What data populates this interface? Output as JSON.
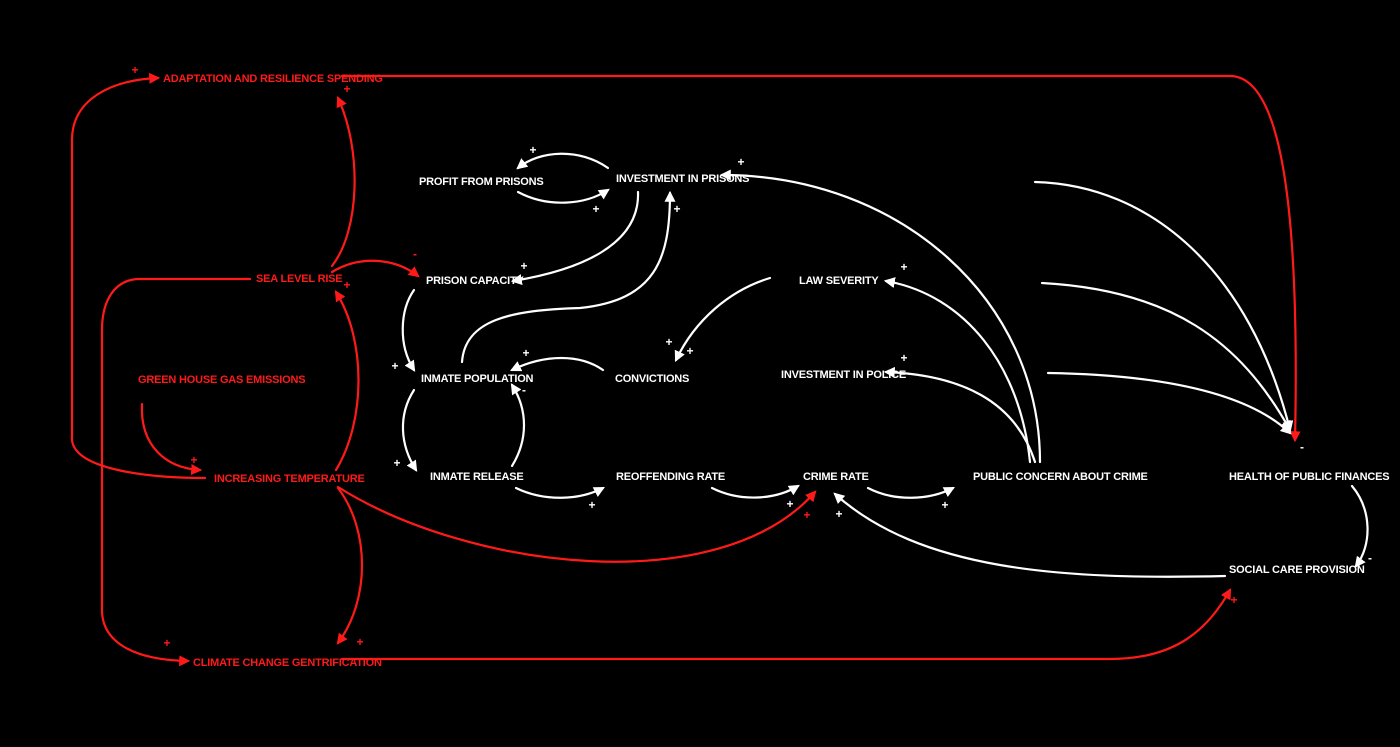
{
  "colors": {
    "background": "#000000",
    "human_system": "#ffffff",
    "climate_system": "#ff1a1a"
  },
  "nodes": {
    "adaptation_spending": "ADAPTATION AND RESILIENCE SPENDING",
    "sea_level_rise": "SEA LEVEL RISE",
    "greenhouse_gas": "GREEN HOUSE GAS EMISSIONS",
    "increasing_temperature": "INCREASING TEMPERATURE",
    "climate_gentrification": "CLIMATE CHANGE GENTRIFICATION",
    "profit_from_prisons": "PROFIT FROM PRISONS",
    "investment_in_prisons": "INVESTMENT IN PRISONS",
    "prison_capacity": "PRISON CAPACITY",
    "inmate_population": "INMATE POPULATION",
    "convictions": "CONVICTIONS",
    "inmate_release": "INMATE RELEASE",
    "reoffending_rate": "REOFFENDING RATE",
    "crime_rate": "CRIME RATE",
    "law_severity": "LAW SEVERITY",
    "investment_in_police": "INVESTMENT IN POLICE",
    "public_concern": "PUBLIC CONCERN ABOUT CRIME",
    "health_public_finances": "HEALTH OF PUBLIC FINANCES",
    "social_care_provision": "SOCIAL CARE PROVISION"
  },
  "links": [
    {
      "from": "investment_in_prisons",
      "to": "profit_from_prisons",
      "polarity": "+",
      "color": "white"
    },
    {
      "from": "profit_from_prisons",
      "to": "investment_in_prisons",
      "polarity": "+",
      "color": "white"
    },
    {
      "from": "investment_in_prisons",
      "to": "prison_capacity",
      "polarity": "+",
      "color": "white"
    },
    {
      "from": "inmate_population",
      "to": "investment_in_prisons",
      "polarity": "+",
      "color": "white"
    },
    {
      "from": "prison_capacity",
      "to": "inmate_population",
      "polarity": "+",
      "color": "white"
    },
    {
      "from": "convictions",
      "to": "inmate_population",
      "polarity": "+",
      "color": "white"
    },
    {
      "from": "inmate_population",
      "to": "inmate_release",
      "polarity": "+",
      "color": "white"
    },
    {
      "from": "inmate_release",
      "to": "inmate_population",
      "polarity": "-",
      "color": "white"
    },
    {
      "from": "inmate_release",
      "to": "reoffending_rate",
      "polarity": "+",
      "color": "white"
    },
    {
      "from": "reoffending_rate",
      "to": "crime_rate",
      "polarity": "+",
      "color": "white"
    },
    {
      "from": "crime_rate",
      "to": "public_concern",
      "polarity": "+",
      "color": "white"
    },
    {
      "from": "law_severity",
      "to": "convictions",
      "polarity": "+",
      "color": "white"
    },
    {
      "from": "public_concern",
      "to": "law_severity",
      "polarity": "+",
      "color": "white"
    },
    {
      "from": "public_concern",
      "to": "investment_in_police",
      "polarity": "+",
      "color": "white"
    },
    {
      "from": "public_concern",
      "to": "investment_in_prisons",
      "polarity": "+",
      "color": "white"
    },
    {
      "from": "investment_in_prisons",
      "to": "health_public_finances",
      "polarity": "",
      "color": "white"
    },
    {
      "from": "law_severity",
      "to": "health_public_finances",
      "polarity": "",
      "color": "white"
    },
    {
      "from": "investment_in_police",
      "to": "health_public_finances",
      "polarity": "-",
      "color": "white"
    },
    {
      "from": "health_public_finances",
      "to": "social_care_provision",
      "polarity": "-",
      "color": "white"
    },
    {
      "from": "social_care_provision",
      "to": "crime_rate",
      "polarity": "+",
      "color": "white"
    },
    {
      "from": "adaptation_spending",
      "to": "health_public_finances",
      "polarity": "",
      "color": "red"
    },
    {
      "from": "increasing_temperature",
      "to": "adaptation_spending",
      "polarity": "+",
      "color": "red"
    },
    {
      "from": "sea_level_rise",
      "to": "adaptation_spending",
      "polarity": "+",
      "color": "red"
    },
    {
      "from": "sea_level_rise",
      "to": "prison_capacity",
      "polarity": "-",
      "color": "red"
    },
    {
      "from": "increasing_temperature",
      "to": "sea_level_rise",
      "polarity": "+",
      "color": "red"
    },
    {
      "from": "greenhouse_gas",
      "to": "increasing_temperature",
      "polarity": "+",
      "color": "red"
    },
    {
      "from": "sea_level_rise",
      "to": "climate_gentrification",
      "polarity": "+",
      "color": "red"
    },
    {
      "from": "increasing_temperature",
      "to": "climate_gentrification",
      "polarity": "+",
      "color": "red"
    },
    {
      "from": "increasing_temperature",
      "to": "crime_rate",
      "polarity": "+",
      "color": "red"
    },
    {
      "from": "climate_gentrification",
      "to": "social_care_provision",
      "polarity": "+",
      "color": "red"
    }
  ]
}
